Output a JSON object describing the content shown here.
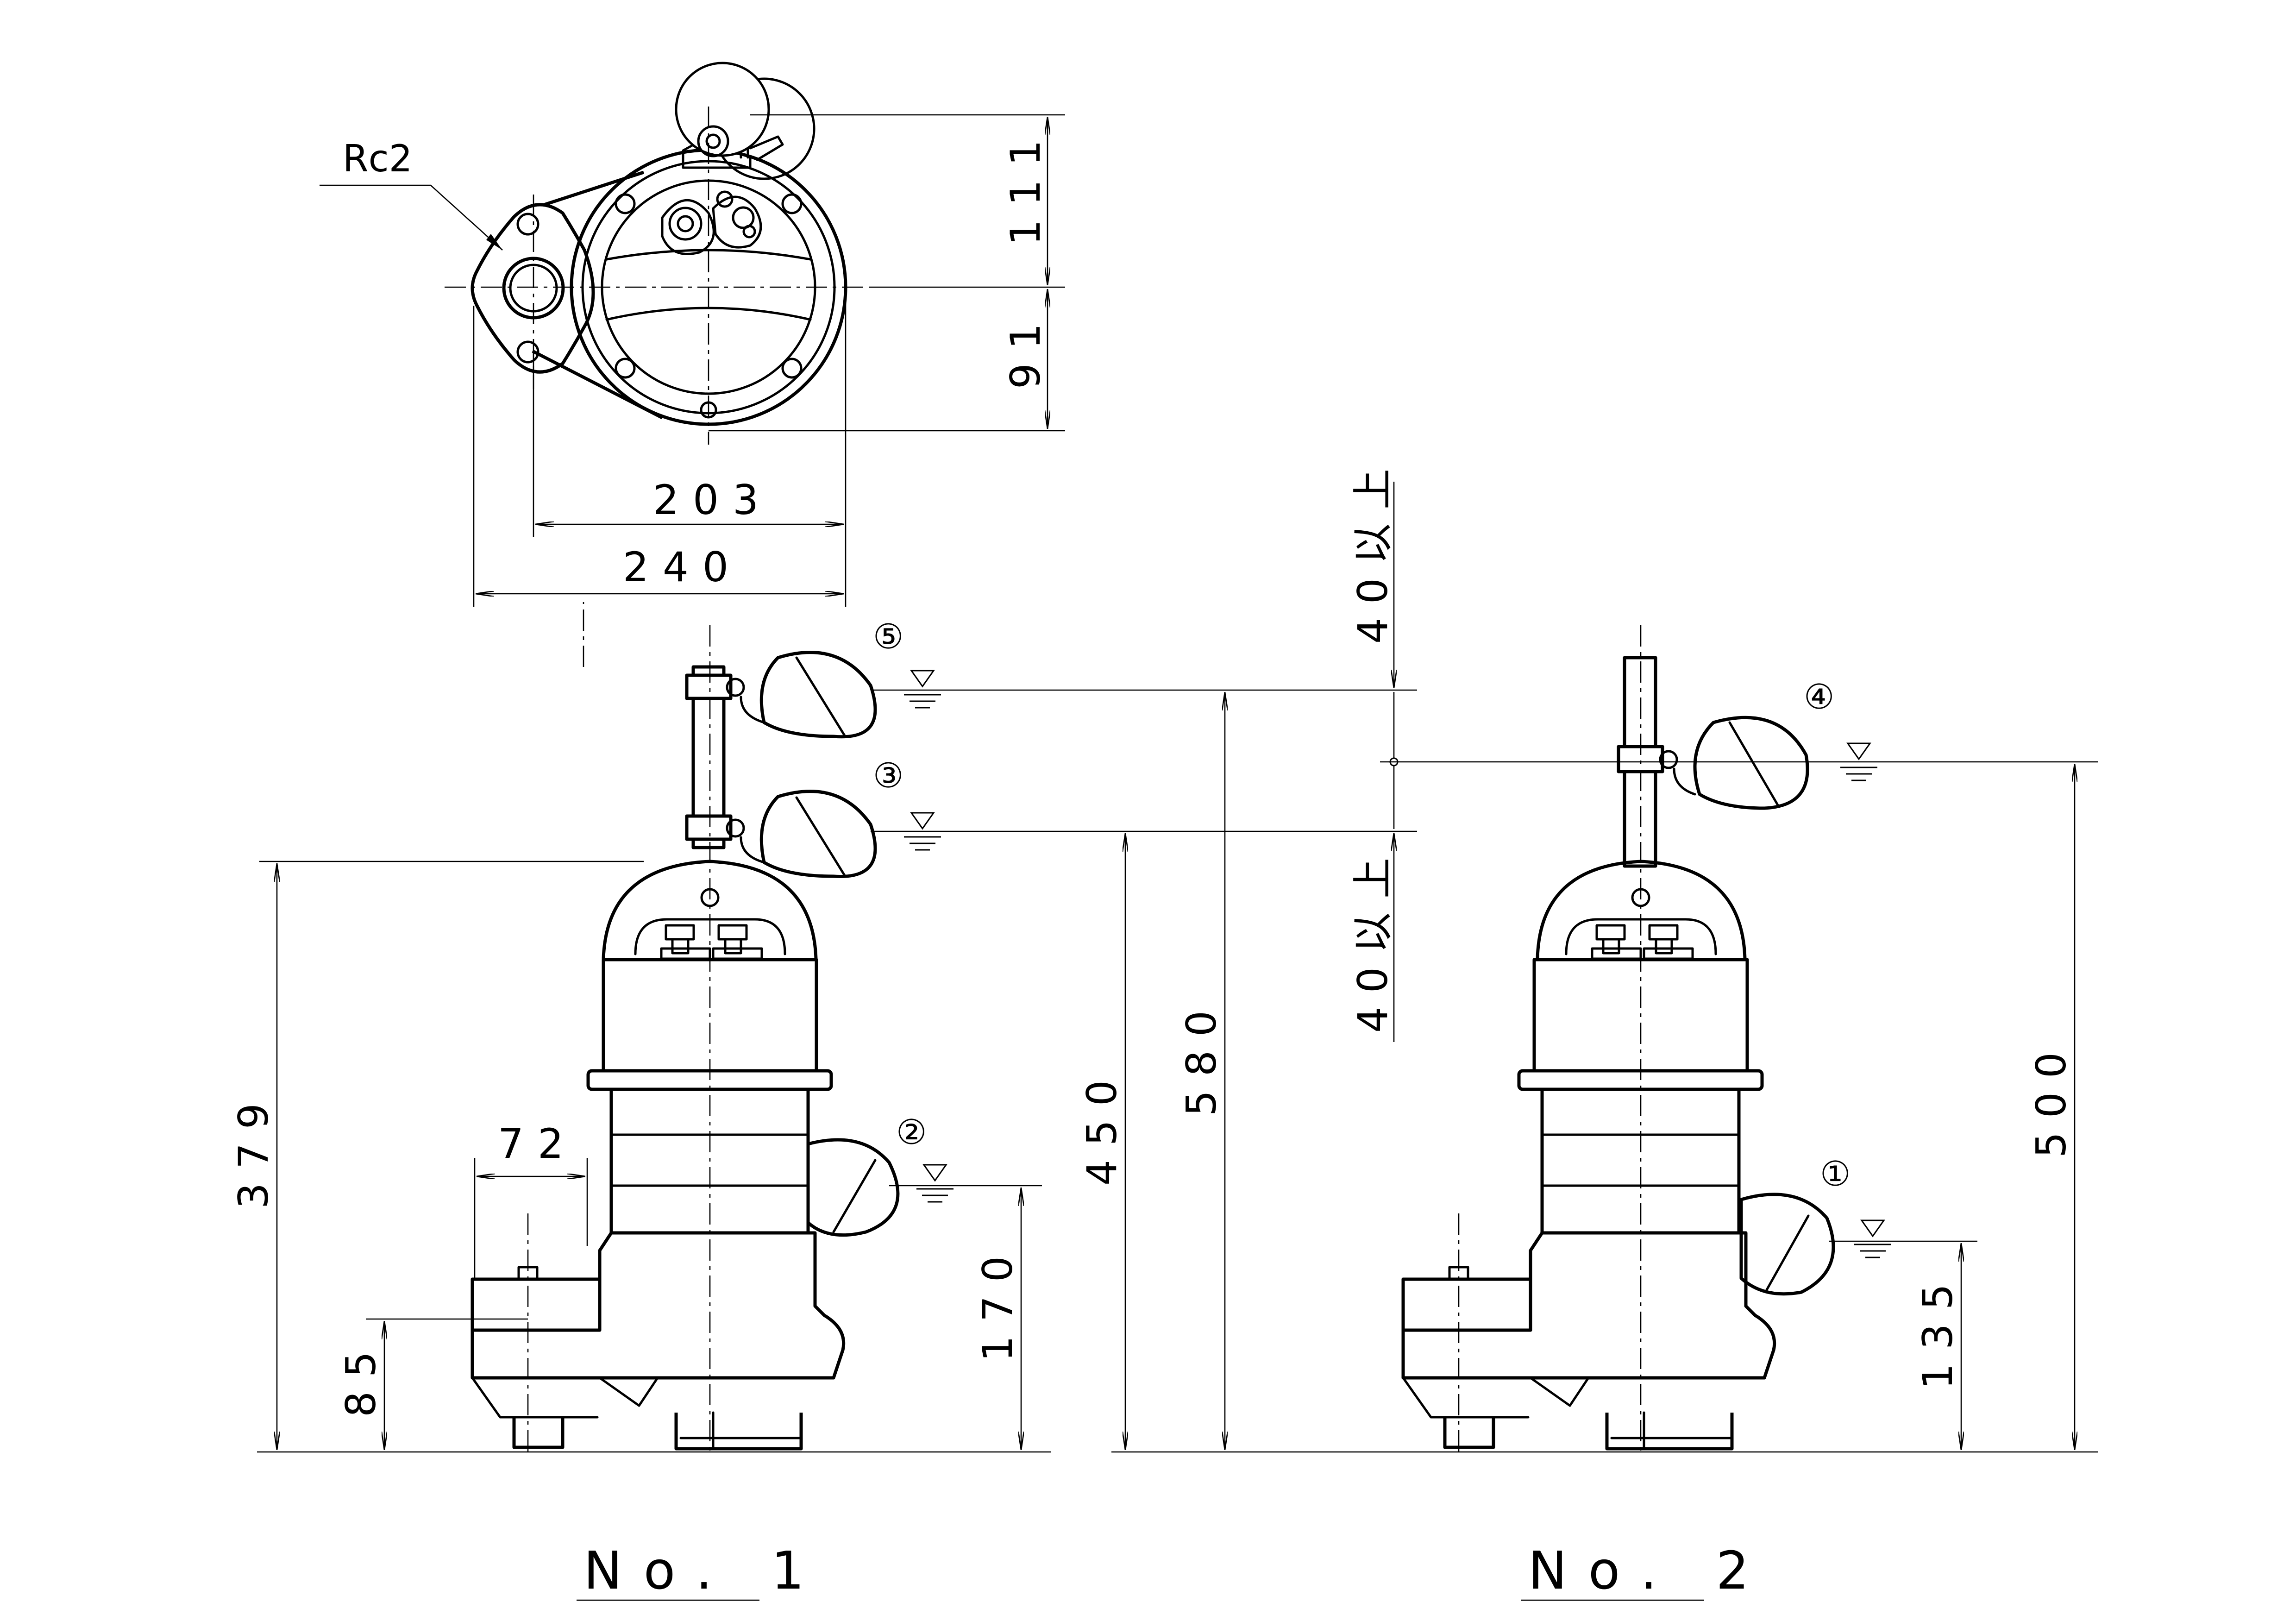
{
  "drawing": {
    "top_view": {
      "thread_label": "Rc2",
      "dim_height_upper": "111",
      "dim_height_lower": "91",
      "dim_width_inner": "203",
      "dim_width_outer": "240"
    },
    "clearance_label_upper": "40以上",
    "clearance_label_lower": "40以上",
    "no1": {
      "title": "No. 1",
      "dim_total_height": "379",
      "dim_outlet_offset": "72",
      "dim_outlet_height": "85",
      "dim_level_2": "170",
      "dim_level_3": "450",
      "dim_level_5": "580",
      "level_mark_5": "⑤",
      "level_mark_3": "③",
      "level_mark_2": "②"
    },
    "no2": {
      "title": "No. 2",
      "dim_level_4": "500",
      "dim_level_1": "135",
      "level_mark_4": "④",
      "level_mark_1": "①"
    }
  }
}
